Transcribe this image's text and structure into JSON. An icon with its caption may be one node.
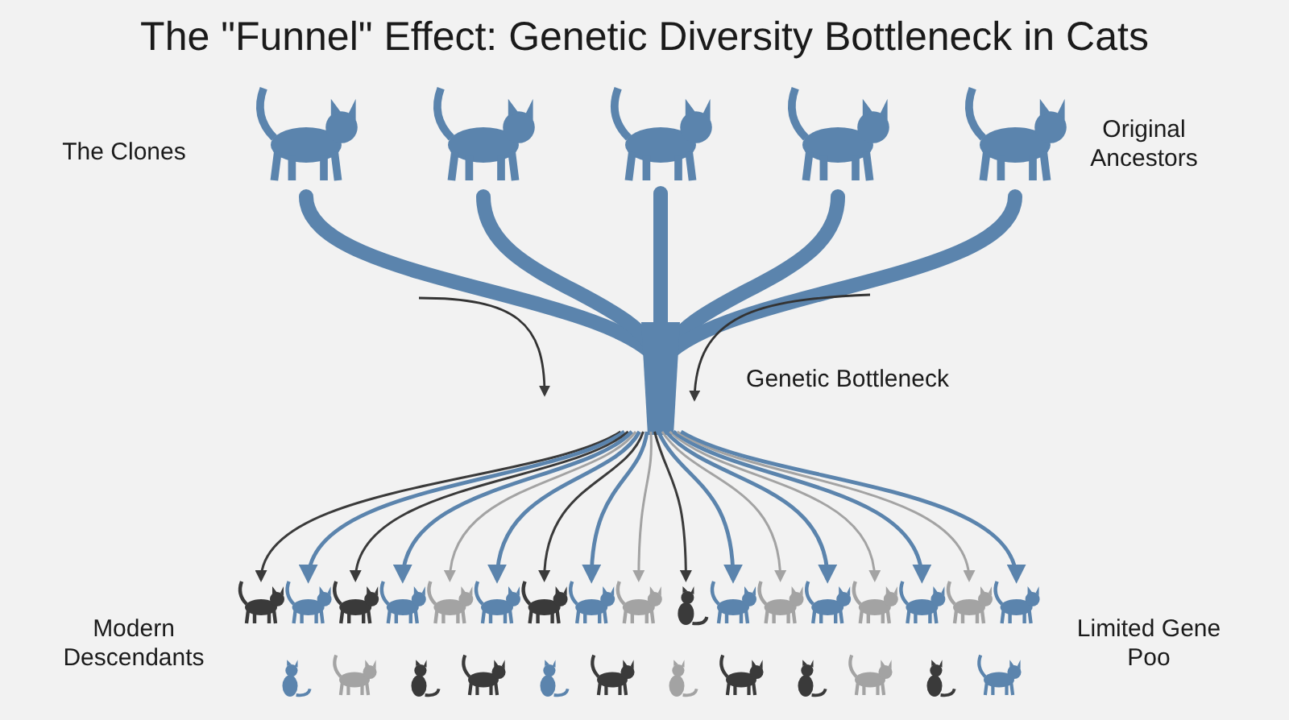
{
  "diagram": {
    "title": "The \"Funnel\" Effect: Genetic Diversity Bottleneck in Cats",
    "labels": [
      "The Clones",
      "Original Ancestors",
      "Genetic Bottleneck",
      "Modern Descendants",
      "Limited Gene Poo"
    ]
  }
}
